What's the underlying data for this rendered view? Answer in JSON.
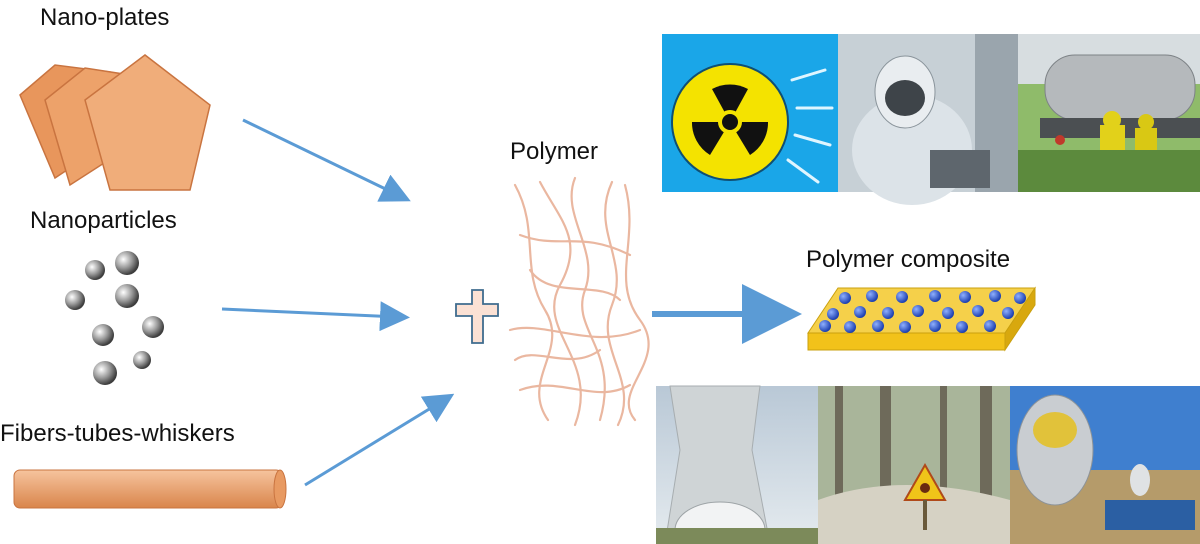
{
  "labels": {
    "nano_plates": "Nano-plates",
    "nanoparticles": "Nanoparticles",
    "fibers": "Fibers-tubes-whiskers",
    "polymer": "Polymer",
    "composite": "Polymer composite"
  },
  "icons": {
    "plus": "plus-icon",
    "radiation": "radiation-trefoil-icon",
    "warning": "radiation-warning-sign-icon"
  },
  "colors": {
    "arrow": "#5b9bd5",
    "filler": "#e9a472",
    "polymer_strand": "#eab7a0",
    "composite_slab": "#f2c21a",
    "composite_particle": "#2f5fd0",
    "radiation_bg": "#1aa6e8",
    "radiation_yellow": "#f4e300"
  }
}
